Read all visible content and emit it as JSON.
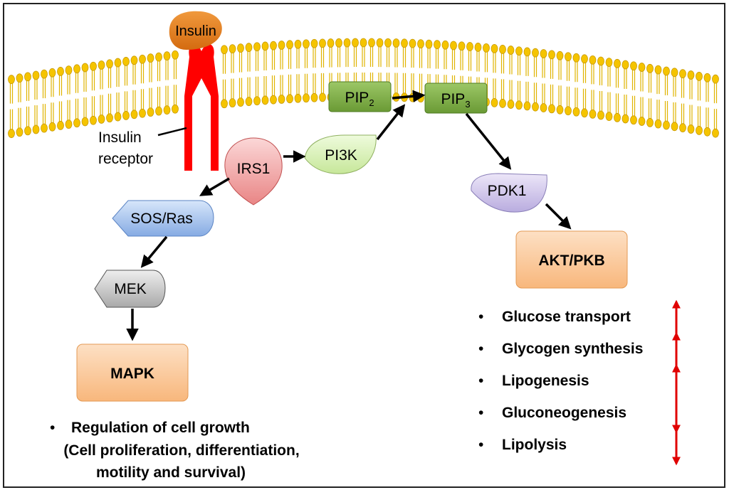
{
  "labels": {
    "insulin": "Insulin",
    "receptor_line1": "Insulin",
    "receptor_line2": "receptor",
    "irs1": "IRS1",
    "pi3k": "PI3K",
    "pip2_main": "PIP",
    "pip2_sub": "2",
    "pip3_main": "PIP",
    "pip3_sub": "3",
    "pdk1": "PDK1",
    "akt": "AKT/PKB",
    "sos_ras": "SOS/Ras",
    "mek": "MEK",
    "mapk": "MAPK"
  },
  "mapk_effects": {
    "bullet": "•",
    "line1": "Regulation of cell growth",
    "line2": "(Cell proliferation, differentiation,",
    "line3": "motility and survival)"
  },
  "akt_effects": {
    "bullet": "•",
    "items": [
      {
        "text": "Glucose transport",
        "direction": "up"
      },
      {
        "text": "Glycogen synthesis",
        "direction": "up"
      },
      {
        "text": "Lipogenesis",
        "direction": "up"
      },
      {
        "text": "Gluconeogenesis",
        "direction": "down"
      },
      {
        "text": "Lipolysis",
        "direction": "down"
      }
    ]
  },
  "colors": {
    "frame": "#222222",
    "lipid_head": "#f5c400",
    "lipid_head_stroke": "#c99a00",
    "lipid_tail": "#e0b300",
    "insulin": "#e07b1a",
    "receptor": "#ff0000",
    "irs1": "#f2a0a0",
    "pi3k": "#d6efb0",
    "pip": "#7fae45",
    "pdk1": "#c9bfe6",
    "akt_mapk": "#fbc89a",
    "sos": "#a9c7f0",
    "mek": "#c8c8c8",
    "arrow": "#000000",
    "effect_arrow": "#e00000"
  }
}
